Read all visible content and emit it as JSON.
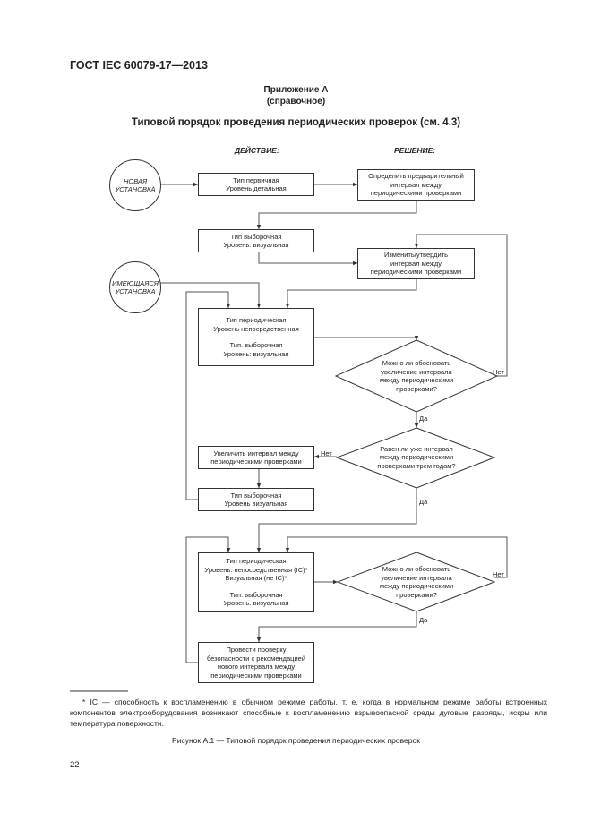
{
  "header": {
    "standard": "ГОСТ IEC 60079-17—2013"
  },
  "annex": {
    "title": "Приложение А",
    "note": "(справочное)"
  },
  "heading": "Типовой порядок проведения периодических проверок (см. 4.3)",
  "columns": {
    "action": "ДЕЙСТВИЕ:",
    "decision": "РЕШЕНИЕ:"
  },
  "flow": {
    "start_new": [
      "НОВАЯ",
      "УСТАНОВКА"
    ],
    "start_existing": [
      "ИМЕЮЩАЯСЯ",
      "УСТАНОВКА"
    ],
    "box1": [
      "Тип первичная",
      "Уровень детальная"
    ],
    "box2": [
      "Определить предварительный",
      "интервал между",
      "периодическими проверками"
    ],
    "box3": [
      "Тип выборочная",
      "Уровень: визуальная"
    ],
    "box4": [
      "Изменить/утвердить",
      "интервал между",
      "периодическими проверками"
    ],
    "box5": [
      "Тип периодическая",
      "Уровень непосредственная",
      "Тип. выборочная",
      "Уровень: визуальная"
    ],
    "dia1": [
      "Можно ли обосновать",
      "увеличение интервала",
      "между периодическими",
      "проверками?"
    ],
    "dia2": [
      "Равен ли уже интервал",
      "между периодическими",
      "проверками трем годам?"
    ],
    "box6": [
      "Увеличить интервал между",
      "периодическими проверками"
    ],
    "box7": [
      "Тип выборочная",
      "Уровень визуальная"
    ],
    "box8": [
      "Тип периодическая",
      "Уровень: непосредственная (IC)*",
      "Визуальная (не IC)*",
      "Тип: выборочная",
      "Уровень. визуальная"
    ],
    "dia3": [
      "Можно ли обосновать",
      "увеличение интервала",
      "между периодическими",
      "проверками?"
    ],
    "box9": [
      "Провести проверку",
      "безопасности с рекомендацией",
      "нового интервала между",
      "периодическими проверками"
    ],
    "no": "Нет",
    "yes": "Да"
  },
  "footnote": "* IC — способность к воспламенению в обычном режиме работы, т. е. когда в нормальном режиме работы встроенных компонентов электрооборудования возникают способные к воспламенению взрывоопасной среды дуговые разряды, искры или температура поверхности.",
  "caption": "Рисунок А.1 — Типовой порядок проведения периодических проверок",
  "page_number": "22"
}
